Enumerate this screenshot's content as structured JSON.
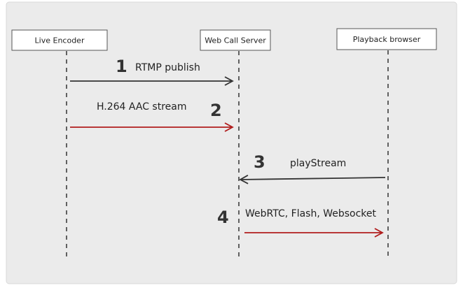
{
  "colors": {
    "panel_background": "#ebebeb",
    "panel_border": "#d8d8d8",
    "box_background": "#ffffff",
    "box_border": "#555555",
    "lifeline": "#333333",
    "request_arrow": "#333333",
    "media_arrow": "#b01c1c",
    "text": "#222222"
  },
  "participants": [
    {
      "label": "Live Encoder"
    },
    {
      "label": "Web Call Server"
    },
    {
      "label": "Playback browser"
    }
  ],
  "messages": [
    {
      "number": "1",
      "label": "RTMP publish",
      "from": "Live Encoder",
      "to": "Web Call Server",
      "kind": "request"
    },
    {
      "number": "2",
      "label": "H.264 AAC stream",
      "from": "Live Encoder",
      "to": "Web Call Server",
      "kind": "media"
    },
    {
      "number": "3",
      "label": "playStream",
      "from": "Playback browser",
      "to": "Web Call Server",
      "kind": "request"
    },
    {
      "number": "4",
      "label": "WebRTC, Flash, Websocket",
      "from": "Web Call Server",
      "to": "Playback browser",
      "kind": "media"
    }
  ]
}
